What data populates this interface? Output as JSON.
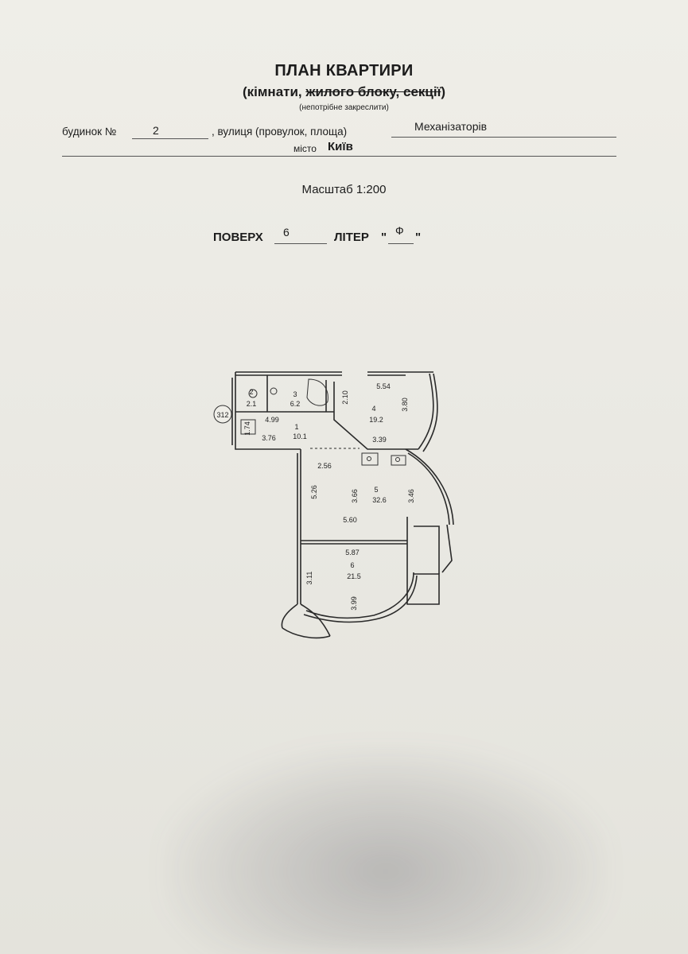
{
  "header": {
    "title": "ПЛАН КВАРТИРИ",
    "subtitle_open": "(кімнати, ",
    "subtitle_struck": "жилого блоку, секції",
    "subtitle_close": ")",
    "note": "(непотрібне закреслити)"
  },
  "address": {
    "house_label": "будинок №",
    "house_value": "2",
    "street_label": ", вулиця (провулок, площа)",
    "street_value": "Механізаторів",
    "city_label": "місто",
    "city_value": "Київ"
  },
  "scale": {
    "text": "Масштаб 1:200"
  },
  "floor": {
    "floor_label": "ПОВЕРХ",
    "floor_value": "6",
    "letter_label": "ЛІТЕР",
    "letter_open_quote": "\"",
    "letter_value": "Ф",
    "letter_close_quote": "\""
  },
  "plan": {
    "apartment_number": "312",
    "rooms": [
      {
        "number": "2",
        "area": "2.1"
      },
      {
        "number": "3",
        "area": "6.2"
      },
      {
        "number": "4",
        "area": "19.2"
      },
      {
        "number": "1",
        "area": "10.1"
      },
      {
        "number": "5",
        "area": "32.6"
      },
      {
        "number": "6",
        "area": "21.5"
      }
    ],
    "dimensions": {
      "d_2_10": "2.10",
      "d_5_54": "5.54",
      "d_3_80": "3.80",
      "d_4_99": "4.99",
      "d_1_74": "1.74",
      "d_3_76": "3.76",
      "d_3_39": "3.39",
      "d_2_56": "2.56",
      "d_5_26": "5.26",
      "d_3_66": "3.66",
      "d_3_46": "3.46",
      "d_5_60": "5.60",
      "d_5_87": "5.87",
      "d_3_11": "3.11",
      "d_3_99": "3.99"
    }
  }
}
